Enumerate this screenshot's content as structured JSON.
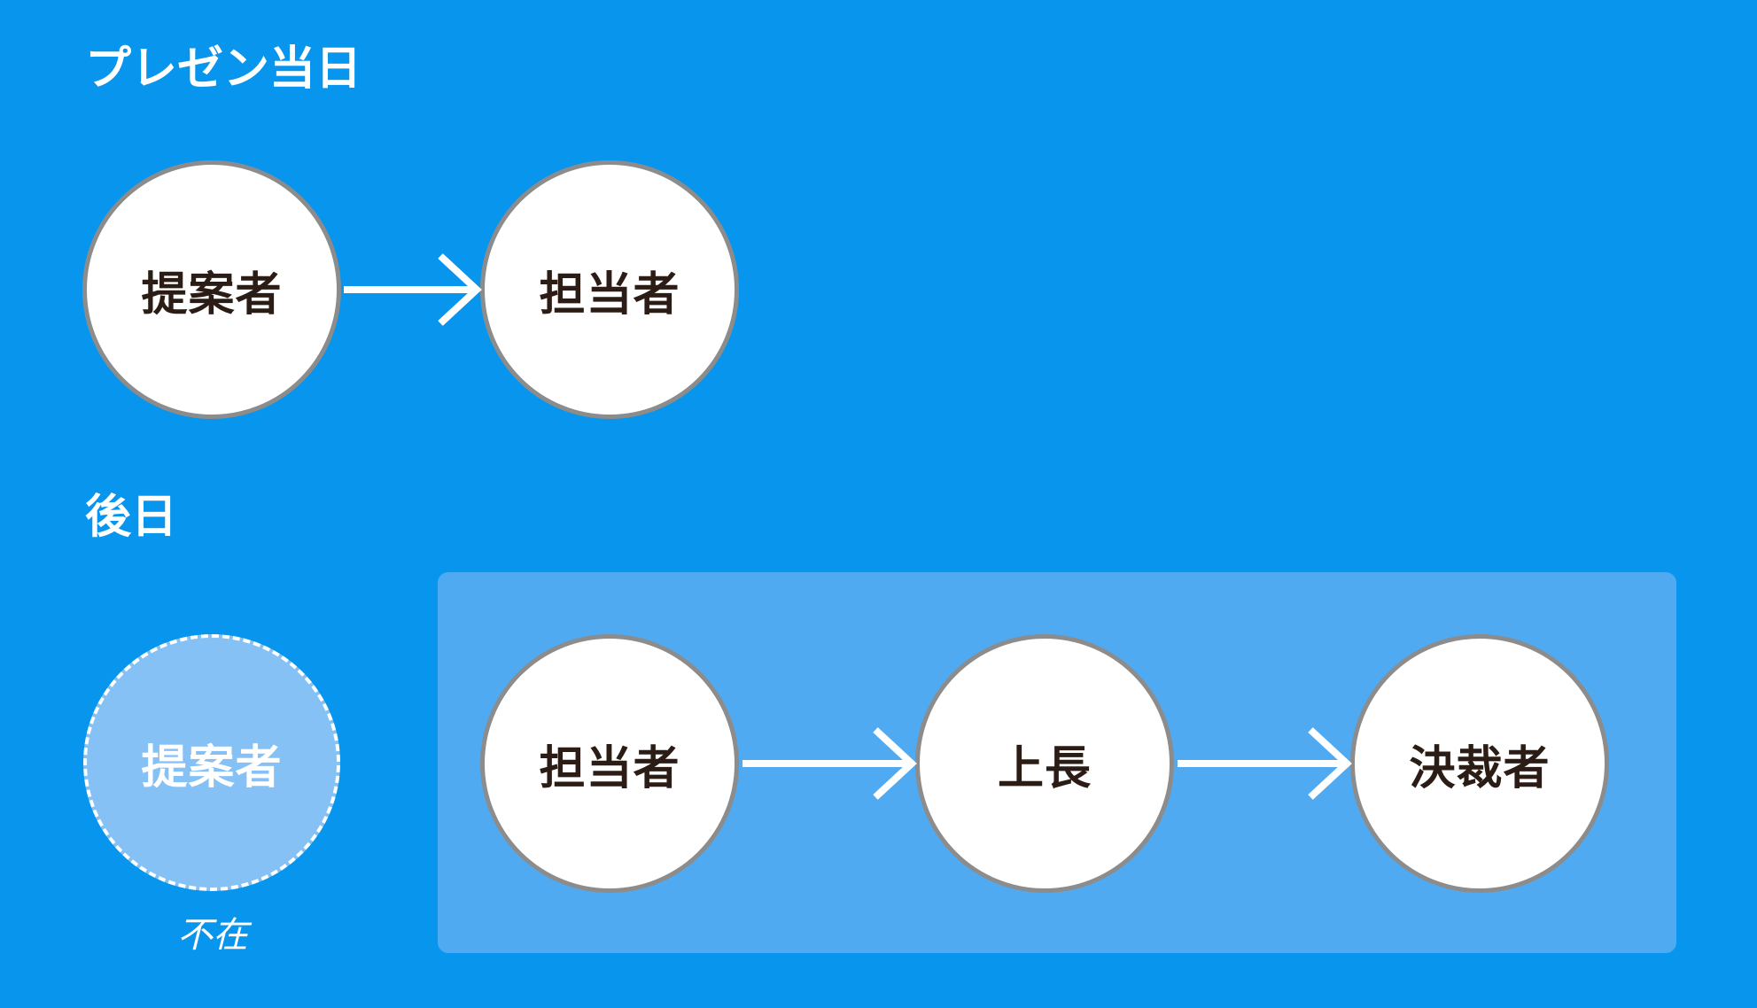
{
  "sections": {
    "day_of": {
      "title": "プレゼン当日"
    },
    "later": {
      "title": "後日"
    }
  },
  "nodes": {
    "proposer_day": "提案者",
    "charge_day": "担当者",
    "proposer_later": "提案者",
    "charge_later": "担当者",
    "boss": "上長",
    "approver": "決裁者"
  },
  "status": {
    "absent": "不在"
  },
  "colors": {
    "background": "#0795ed",
    "group_box": "#50aaf1",
    "absent_node": "#86c1f5",
    "node_border": "#8c8c8c",
    "arrow": "#ffffff",
    "label_text": "#2b1d16"
  }
}
